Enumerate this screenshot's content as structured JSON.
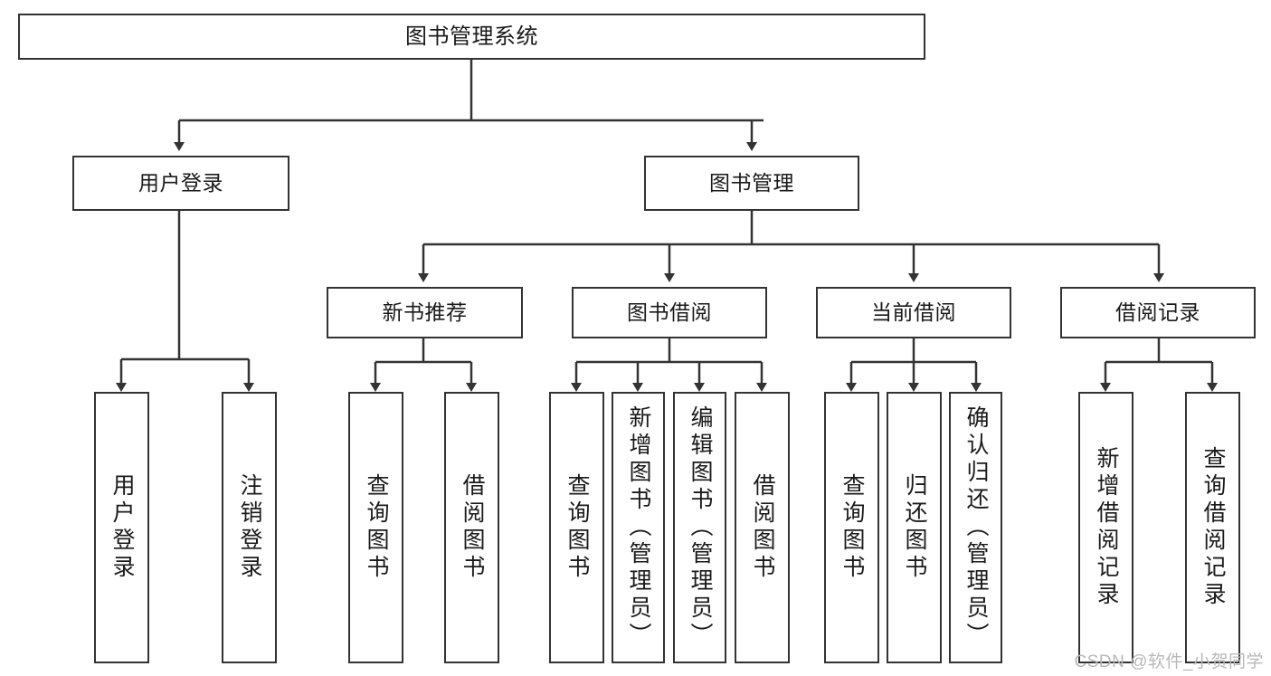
{
  "diagram": {
    "title": "图书管理系统",
    "type": "tree-hierarchy",
    "stroke_color": "#333333",
    "fill_color": "#ffffff",
    "text_color": "#1a1a1a",
    "watermark": "CSDN @软件_小贺同学",
    "nodes": {
      "root": {
        "label": "图书管理系统"
      },
      "level2": [
        {
          "label": "用户登录"
        },
        {
          "label": "图书管理"
        }
      ],
      "level3": [
        {
          "label": "新书推荐"
        },
        {
          "label": "图书借阅"
        },
        {
          "label": "当前借阅"
        },
        {
          "label": "借阅记录"
        }
      ],
      "leaves": {
        "user_login": [
          {
            "label": "用户登录"
          },
          {
            "label": "注销登录"
          }
        ],
        "new_book_recommend": [
          {
            "label": "查询图书"
          },
          {
            "label": "借阅图书"
          }
        ],
        "book_borrow": [
          {
            "label": "查询图书"
          },
          {
            "label": "新增图书（管理员）"
          },
          {
            "label": "编辑图书（管理员）"
          },
          {
            "label": "借阅图书"
          }
        ],
        "current_borrow": [
          {
            "label": "查询图书"
          },
          {
            "label": "归还图书"
          },
          {
            "label": "确认归还（管理员）"
          }
        ],
        "borrow_record": [
          {
            "label": "新增借阅记录"
          },
          {
            "label": "查询借阅记录"
          }
        ]
      }
    }
  }
}
